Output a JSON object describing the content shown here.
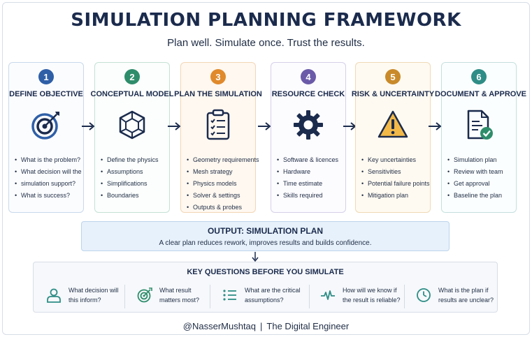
{
  "title": "SIMULATION PLANNING FRAMEWORK",
  "subtitle": "Plan well. Simulate once. Trust the results.",
  "steps": [
    {
      "number": "1",
      "title": "DEFINE OBJECTIVE",
      "icon": "target-icon",
      "color": "#2f5fa7",
      "border": "#c9d9ec",
      "bg": "#fbfcfe",
      "items": [
        "What is the problem?",
        "What decision will the",
        "simulation support?",
        "What is success?"
      ]
    },
    {
      "number": "2",
      "title": "CONCEPTUAL MODEL",
      "icon": "cube-icon",
      "color": "#2e8d6b",
      "border": "#c6e1d6",
      "bg": "#fbfefc",
      "items": [
        "Define the physics",
        "Assumptions",
        "Simplifications",
        "Boundaries"
      ]
    },
    {
      "number": "3",
      "title": "PLAN THE SIMULATION",
      "icon": "clipboard-icon",
      "color": "#e08a2c",
      "border": "#f2d6b5",
      "bg": "#fff8f0",
      "items": [
        "Geometry requirements",
        "Mesh strategy",
        "Physics models",
        "Solver & settings",
        "Outputs & probes"
      ]
    },
    {
      "number": "4",
      "title": "RESOURCE CHECK",
      "icon": "gear-icon",
      "color": "#6a5aa8",
      "border": "#d6d0ea",
      "bg": "#fcfbfe",
      "items": [
        "Software & licences",
        "Hardware",
        "Time estimate",
        "Skills required"
      ]
    },
    {
      "number": "5",
      "title": "RISK & UNCERTAINTY",
      "icon": "warning-icon",
      "color": "#c98a2a",
      "border": "#efd9b5",
      "bg": "#fffaf1",
      "items": [
        "Key uncertainties",
        "Sensitivities",
        "Potential failure points",
        "Mitigation plan"
      ]
    },
    {
      "number": "6",
      "title": "DOCUMENT & APPROVE",
      "icon": "document-check-icon",
      "color": "#2e8d86",
      "border": "#c4e0de",
      "bg": "#fbfefe",
      "items": [
        "Simulation plan",
        "Review with team",
        "Get approval",
        "Baseline the plan"
      ]
    }
  ],
  "output": {
    "title": "OUTPUT: SIMULATION PLAN",
    "text": "A clear plan reduces rework, improves results and builds confidence."
  },
  "questions": {
    "title": "KEY QUESTIONS BEFORE YOU SIMULATE",
    "items": [
      {
        "icon": "person-icon",
        "line1": "What decision will",
        "line2": "this inform?"
      },
      {
        "icon": "target-icon",
        "line1": "What result",
        "line2": "matters most?"
      },
      {
        "icon": "list-icon",
        "line1": "What are the critical",
        "line2": "assumptions?"
      },
      {
        "icon": "pulse-icon",
        "line1": "How will we know if",
        "line2": "the result is reliable?"
      },
      {
        "icon": "clock-icon",
        "line1": "What is the plan if",
        "line2": "results are unclear?"
      }
    ]
  },
  "footer": {
    "handle": "@NasserMushtaq",
    "separator": "|",
    "brand": "The Digital Engineer"
  },
  "colors": {
    "navy": "#1b2b4d",
    "accent_teal": "#2e8d86",
    "output_bg": "#e7f1fb"
  }
}
